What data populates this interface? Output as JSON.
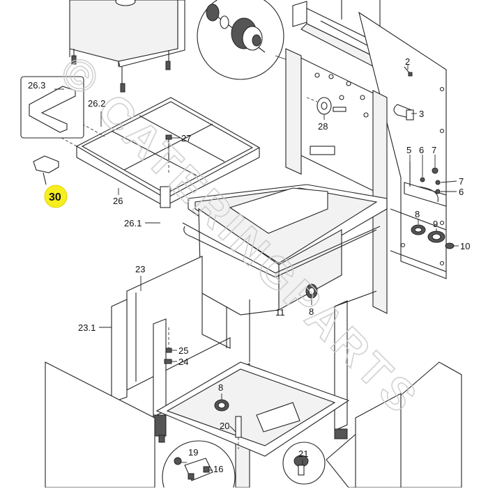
{
  "watermark": "© CATERINGPARTS",
  "labels": {
    "l2": "2",
    "l3": "3",
    "l5": "5",
    "l6a": "6",
    "l7a": "7",
    "l7b": "7",
    "l6b": "6",
    "l8a": "8",
    "l9": "9",
    "l10": "10",
    "l8b": "8",
    "l11": "11",
    "l26_3": "26.3",
    "l26_2": "26.2",
    "l27": "27",
    "l28": "28",
    "l26": "26",
    "l26_1": "26.1",
    "l23": "23",
    "l23_1": "23.1",
    "l25": "25",
    "l24": "24",
    "l8c": "8",
    "l20": "20",
    "l19": "19",
    "l16": "16",
    "l21": "21"
  },
  "highlight": {
    "label": "30",
    "color": "#f7ee1f"
  }
}
